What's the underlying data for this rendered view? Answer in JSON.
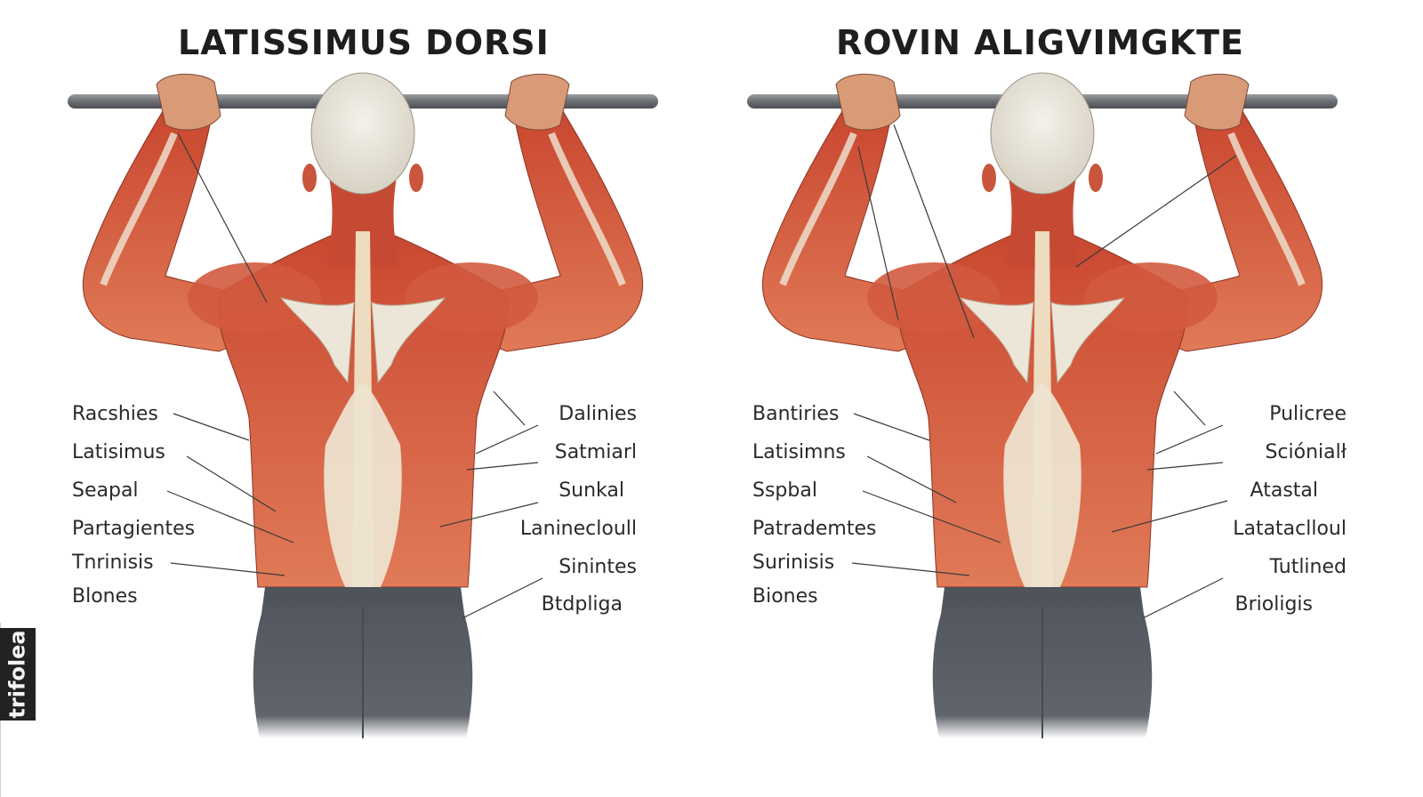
{
  "panels": [
    {
      "title": "LATISSIMUS DORSI",
      "left_labels": [
        "Racshies",
        "Latisimus",
        "Seapal",
        "Partagientes",
        "Tnrinisis",
        "Blones"
      ],
      "right_labels": [
        "Dalinies",
        "Satmiarl",
        "Sunkal",
        "Laninecloull",
        "Sinintes",
        "Btdpliga"
      ]
    },
    {
      "title": "ROVIN ALIGVIMGKTE",
      "left_labels": [
        "Bantiries",
        "Latisimns",
        "Sspbal",
        "Patrademtes",
        "Surinisis",
        "Biones"
      ],
      "right_labels": [
        "Pulicree",
        "Sciónialł",
        "Atastal",
        "Latatacllоul",
        "Tutlined",
        "Brioligis"
      ]
    }
  ],
  "watermark": {
    "text": "trifolea"
  },
  "colors": {
    "muscle": "#d2573d",
    "muscle_dark": "#a83a28",
    "muscle_light": "#e7876a",
    "bone": "#ece6d8",
    "skin": "#d99a78",
    "shorts": "#5b5f66",
    "bar": "#6e7176",
    "text": "#2a2a2a"
  }
}
